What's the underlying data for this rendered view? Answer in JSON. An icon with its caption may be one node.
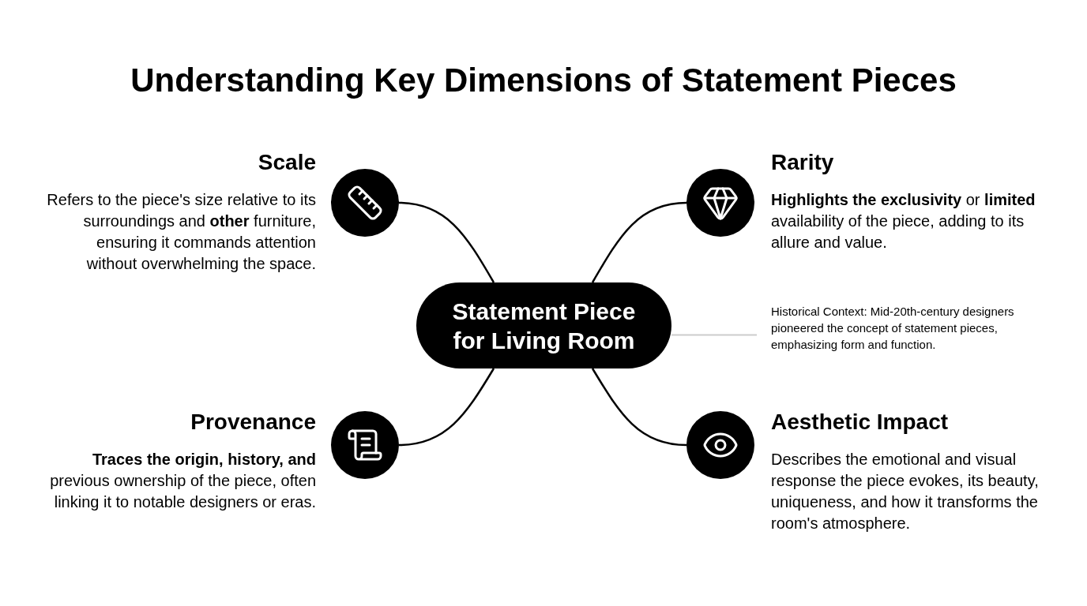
{
  "diagram": {
    "title": "Understanding Key Dimensions of Statement Pieces",
    "nodes": [
      {
        "text": [
          "Statement Piece for Living Room"
        ]
      },
      {
        "text": [],
        "shape": "circle",
        "beside": [
          "Scale",
          "Refers to the piece's size relative to its surroundings and **other** furniture, ensuring it commands attention without overwhelming the space."
        ]
      },
      {
        "text": [],
        "shape": "circle",
        "beside": [
          "Rarity",
          "**Highlights the exclusivity** or **limited** availability of the piece, adding to its allure and value."
        ]
      },
      {
        "text": [
          "Historical Context: Mid-20th-century designers pioneered the concept of statement pieces, emphasizing form and function."
        ]
      },
      {
        "text": [],
        "shape": "circle",
        "beside": [
          "Provenance",
          "**Traces the origin, history, and** previous ownership of the piece, often linking it to notable designers or eras."
        ]
      },
      {
        "text": [],
        "shape": "circle",
        "beside": [
          "Aesthetic Impact",
          "Describes the emotional and visual response the piece evokes, its beauty, uniqueness, and how it transforms the room's atmosphere."
        ]
      }
    ],
    "edges": [
      {
        "from": 0,
        "to": 1,
        "arrow": "none"
      },
      {
        "from": 0,
        "to": 2,
        "arrow": "none"
      },
      {
        "from": 0,
        "to": 3,
        "arrow": "none",
        "color": "#cccccc"
      },
      {
        "from": 0,
        "to": 4,
        "arrow": "none"
      },
      {
        "from": 0,
        "to": 5,
        "arrow": "none"
      }
    ]
  }
}
